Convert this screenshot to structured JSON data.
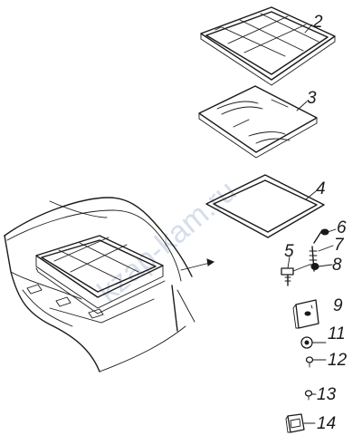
{
  "watermark": "kzaр-kam.ru",
  "callouts": [
    "2",
    "3",
    "4",
    "5",
    "6",
    "7",
    "8",
    "9",
    "11",
    "12",
    "13",
    "14"
  ],
  "colors": {
    "ink": "#1a1a1a",
    "background": "#ffffff",
    "watermark": "#c9d3e4"
  }
}
